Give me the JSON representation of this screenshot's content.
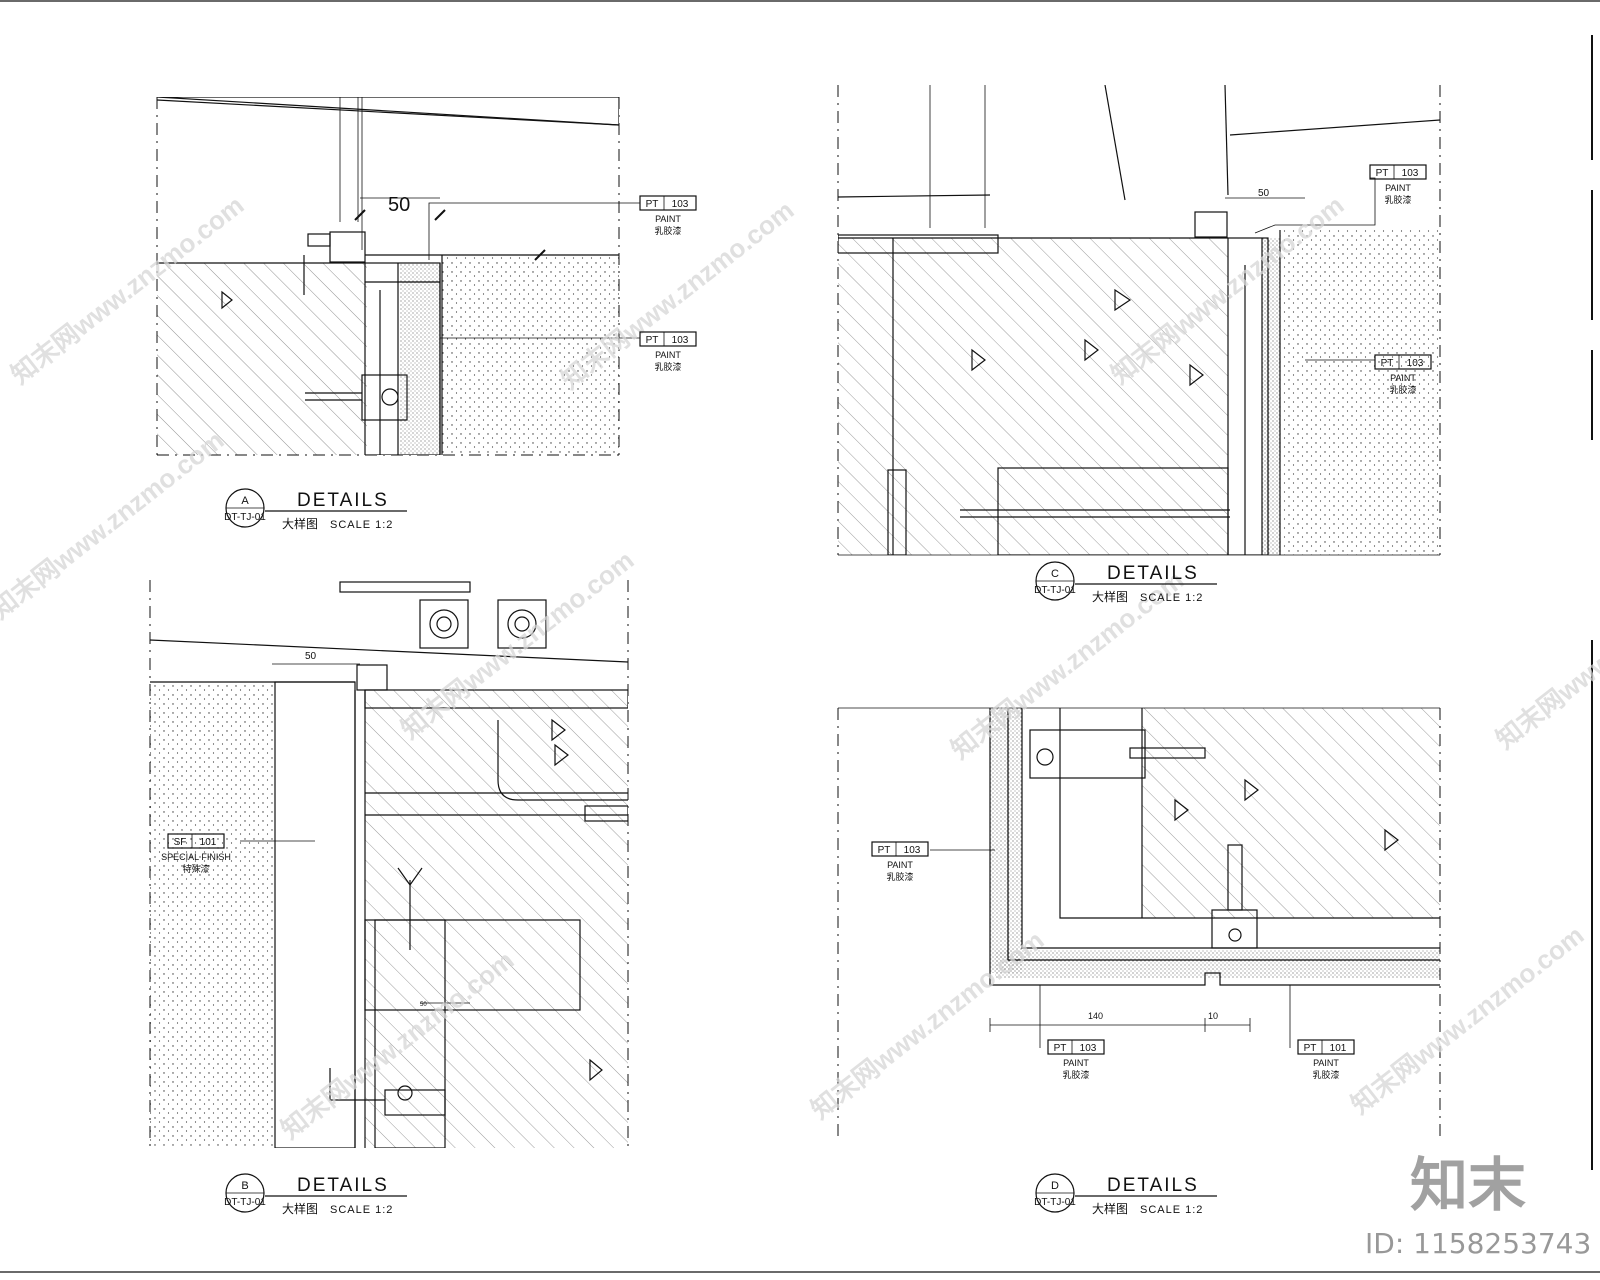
{
  "watermark": {
    "text": "知末网www.znzmo.com",
    "brand_logo": "知末",
    "id_label": "ID: 1158253743"
  },
  "details": [
    {
      "key": "A",
      "mark": "A",
      "ref": "DT-TJ-01",
      "title": "DETAILS",
      "subtitle_cn": "大样图",
      "scale": "SCALE 1:2",
      "dimensions": [
        "50"
      ],
      "tags": [
        {
          "code": "PT",
          "num": "103",
          "label": "PAINT",
          "label_cn": "乳胶漆"
        },
        {
          "code": "PT",
          "num": "103",
          "label": "PAINT",
          "label_cn": "乳胶漆"
        }
      ]
    },
    {
      "key": "B",
      "mark": "B",
      "ref": "DT-TJ-01",
      "title": "DETAILS",
      "subtitle_cn": "大样图",
      "scale": "SCALE 1:2",
      "dimensions": [
        "50",
        "50"
      ],
      "tags": [
        {
          "code": "SF",
          "num": "101",
          "label": "SPECIAL FINISH",
          "label_cn": "特殊漆"
        }
      ]
    },
    {
      "key": "C",
      "mark": "C",
      "ref": "DT-TJ-01",
      "title": "DETAILS",
      "subtitle_cn": "大样图",
      "scale": "SCALE 1:2",
      "dimensions": [
        "50"
      ],
      "tags": [
        {
          "code": "PT",
          "num": "103",
          "label": "PAINT",
          "label_cn": "乳胶漆"
        },
        {
          "code": "PT",
          "num": "103",
          "label": "PAINT",
          "label_cn": "乳胶漆"
        }
      ]
    },
    {
      "key": "D",
      "mark": "D",
      "ref": "DT-TJ-01",
      "title": "DETAILS",
      "subtitle_cn": "大样图",
      "scale": "SCALE 1:2",
      "dimensions": [
        "140",
        "10"
      ],
      "tags": [
        {
          "code": "PT",
          "num": "103",
          "label": "PAINT",
          "label_cn": "乳胶漆"
        },
        {
          "code": "PT",
          "num": "103",
          "label": "PAINT",
          "label_cn": "乳胶漆"
        },
        {
          "code": "PT",
          "num": "101",
          "label": "PAINT",
          "label_cn": "乳胶漆"
        }
      ]
    }
  ]
}
